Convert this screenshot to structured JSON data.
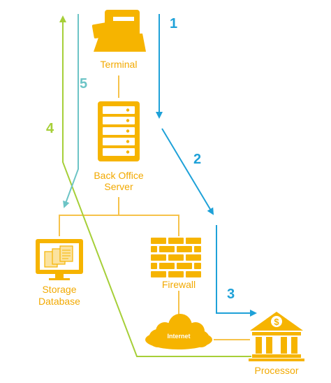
{
  "nodes": {
    "terminal": {
      "label": "Terminal",
      "icon": "card-terminal-icon"
    },
    "server": {
      "label_line1": "Back Office",
      "label_line2": "Server",
      "icon": "server-rack-icon"
    },
    "storage": {
      "label_line1": "Storage",
      "label_line2": "Database",
      "icon": "monitor-documents-icon"
    },
    "firewall": {
      "label": "Firewall",
      "icon": "brick-wall-icon"
    },
    "internet": {
      "label": "Internet",
      "icon": "cloud-icon"
    },
    "processor": {
      "label": "Processor",
      "icon": "bank-icon",
      "symbol": "$"
    }
  },
  "steps": [
    {
      "number": "1",
      "color": "#1ea1d8"
    },
    {
      "number": "2",
      "color": "#1ea1d8"
    },
    {
      "number": "3",
      "color": "#1ea1d8"
    },
    {
      "number": "4",
      "color": "#a6cf38"
    },
    {
      "number": "5",
      "color": "#6cc4c6"
    }
  ],
  "colors": {
    "node": "#f6b400",
    "connector": "#f6c24a",
    "flow_blue": "#1ea1d8",
    "flow_green": "#a6cf38",
    "flow_teal": "#6cc4c6"
  }
}
